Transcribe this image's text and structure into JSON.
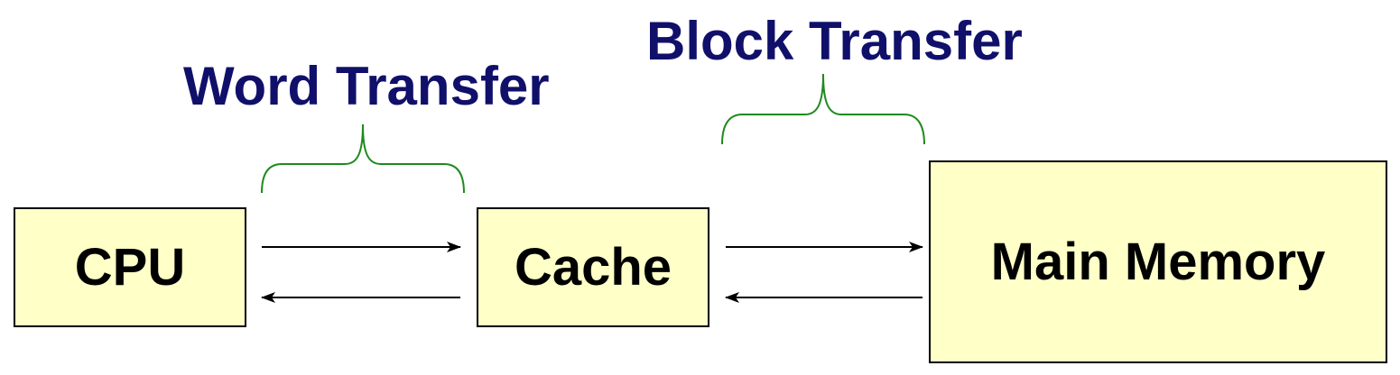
{
  "nodes": {
    "cpu": {
      "label": "CPU"
    },
    "cache": {
      "label": "Cache"
    },
    "main_memory": {
      "label": "Main Memory"
    }
  },
  "transfers": {
    "word": {
      "label": "Word Transfer"
    },
    "block": {
      "label": "Block Transfer"
    }
  },
  "colors": {
    "box_fill": "#ffffc8",
    "box_border": "#000000",
    "label_text": "#10106b",
    "brace": "#1e8a1e",
    "arrow": "#000000"
  }
}
